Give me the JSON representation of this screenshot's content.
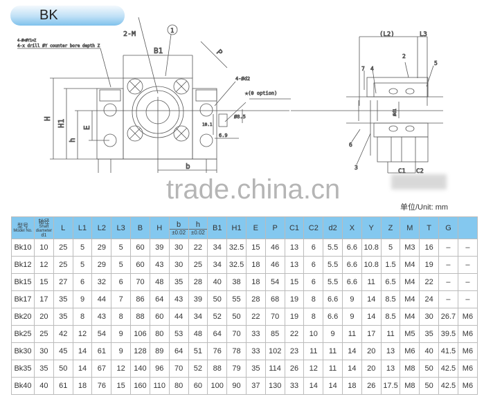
{
  "title": "BK",
  "watermark": "trade.china.cn",
  "unit": "单位/Unit: mm",
  "drawing": {
    "note_small": "4-Ø×ØY1×Z",
    "note": "4-x drill ØY counter bore depth Z",
    "two_m": "2-M",
    "part1": "1",
    "b1": "B1",
    "p": "P",
    "h_big": "H",
    "h1": "H1",
    "h_small": "h",
    "e": "E",
    "b": "b",
    "d2": "4-Ød2",
    "option": "★(0 option)",
    "d85": "Ø8.5",
    "dim101": "10.1",
    "dim69": "6.9",
    "l2": "(L2)",
    "l3": "L3",
    "part2": "2",
    "part5": "5",
    "part7": "7",
    "part4": "4",
    "part6": "6",
    "part3": "3",
    "d1": "Ød1",
    "c1": "C1",
    "c2": "C2"
  },
  "table": {
    "model_cn": "型号",
    "model_en": "Model No.",
    "shaft_cn": "轴径",
    "shaft_en": "Shaft diameter",
    "shaft_sym": "d1",
    "cols": [
      "L",
      "L1",
      "L2",
      "L3",
      "B",
      "H"
    ],
    "b": "b",
    "h": "h",
    "tol": "±0.02",
    "cols2": [
      "B1",
      "H1",
      "E",
      "P",
      "C1",
      "C2",
      "d2",
      "X",
      "Y",
      "Z",
      "M",
      "T",
      "G",
      ""
    ],
    "rows": [
      [
        "Bk10",
        "10",
        "25",
        "5",
        "29",
        "5",
        "60",
        "39",
        "30",
        "22",
        "34",
        "32.5",
        "15",
        "46",
        "13",
        "6",
        "5.5",
        "6.6",
        "10.8",
        "5",
        "M3",
        "16",
        "–",
        "–"
      ],
      [
        "Bk12",
        "12",
        "25",
        "5",
        "29",
        "5",
        "60",
        "43",
        "30",
        "25",
        "34",
        "32.5",
        "18",
        "46",
        "13",
        "6",
        "5.5",
        "6.6",
        "10.8",
        "1.5",
        "M4",
        "19",
        "–",
        "–"
      ],
      [
        "Bk15",
        "15",
        "27",
        "6",
        "32",
        "6",
        "70",
        "48",
        "35",
        "28",
        "40",
        "38",
        "18",
        "54",
        "15",
        "6",
        "5.5",
        "6.6",
        "11",
        "6.5",
        "M4",
        "22",
        "–",
        "–"
      ],
      [
        "Bk17",
        "17",
        "35",
        "9",
        "44",
        "7",
        "86",
        "64",
        "43",
        "39",
        "50",
        "55",
        "28",
        "68",
        "19",
        "8",
        "6.6",
        "9",
        "14",
        "8.5",
        "M4",
        "24",
        "–",
        "–"
      ],
      [
        "Bk20",
        "20",
        "35",
        "8",
        "43",
        "8",
        "88",
        "60",
        "44",
        "34",
        "52",
        "50",
        "22",
        "70",
        "19",
        "8",
        "6.6",
        "9",
        "14",
        "8.5",
        "M4",
        "30",
        "26.7",
        "M6"
      ],
      [
        "Bk25",
        "25",
        "42",
        "12",
        "54",
        "9",
        "106",
        "80",
        "53",
        "48",
        "64",
        "70",
        "33",
        "85",
        "22",
        "10",
        "9",
        "11",
        "17",
        "11",
        "M5",
        "35",
        "39.5",
        "M6"
      ],
      [
        "Bk30",
        "30",
        "45",
        "14",
        "61",
        "9",
        "128",
        "89",
        "64",
        "51",
        "76",
        "78",
        "33",
        "102",
        "23",
        "11",
        "11",
        "14",
        "20",
        "13",
        "M6",
        "40",
        "41.5",
        "M6"
      ],
      [
        "Bk35",
        "35",
        "50",
        "14",
        "67",
        "12",
        "140",
        "96",
        "70",
        "52",
        "88",
        "79",
        "35",
        "114",
        "26",
        "12",
        "11",
        "14",
        "20",
        "13",
        "M8",
        "50",
        "42.5",
        "M6"
      ],
      [
        "Bk40",
        "40",
        "61",
        "18",
        "76",
        "15",
        "160",
        "110",
        "80",
        "60",
        "100",
        "90",
        "37",
        "130",
        "33",
        "14",
        "14",
        "18",
        "26",
        "17.5",
        "M8",
        "50",
        "42.5",
        "M6"
      ]
    ]
  }
}
